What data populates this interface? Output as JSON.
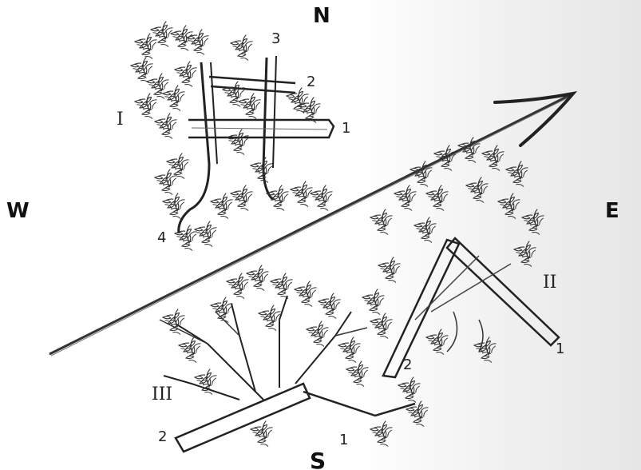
{
  "compass": {
    "north": "N",
    "west": "W",
    "east": "E",
    "south": "S"
  },
  "figures": [
    {
      "id": "I",
      "label": "I",
      "numbers": [
        "1",
        "2",
        "3",
        "4"
      ]
    },
    {
      "id": "II",
      "label": "II",
      "numbers": [
        "1",
        "2"
      ]
    },
    {
      "id": "III",
      "label": "III",
      "numbers": [
        "1",
        "2"
      ]
    }
  ],
  "colors": {
    "ink": "#222222",
    "paper": "#ffffff",
    "shade": "#e6e6e6"
  },
  "icons": {
    "arrow": "direction-arrow"
  }
}
